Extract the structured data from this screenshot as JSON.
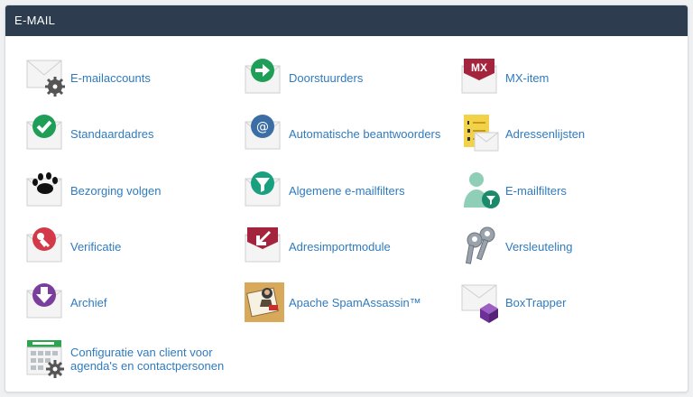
{
  "section": {
    "title": "E-MAIL"
  },
  "items": [
    {
      "label": "E-mailaccounts",
      "icon": "envelope-gear-icon"
    },
    {
      "label": "Doorstuurders",
      "icon": "forward-arrow-icon"
    },
    {
      "label": "MX-item",
      "icon": "mx-record-icon"
    },
    {
      "label": "Standaardadres",
      "icon": "checkmark-icon"
    },
    {
      "label": "Automatische beantwoorders",
      "icon": "at-sign-icon"
    },
    {
      "label": "Adressenlijsten",
      "icon": "numbered-list-icon"
    },
    {
      "label": "Bezorging volgen",
      "icon": "paw-print-icon"
    },
    {
      "label": "Algemene e-mailfilters",
      "icon": "funnel-icon"
    },
    {
      "label": "E-mailfilters",
      "icon": "user-filter-icon"
    },
    {
      "label": "Verificatie",
      "icon": "key-icon"
    },
    {
      "label": "Adresimportmodule",
      "icon": "import-arrow-icon"
    },
    {
      "label": "Versleuteling",
      "icon": "keys-icon"
    },
    {
      "label": "Archief",
      "icon": "download-arrow-icon"
    },
    {
      "label": "Apache SpamAssassin™",
      "icon": "spamassassin-icon"
    },
    {
      "label": "BoxTrapper",
      "icon": "box-envelope-icon"
    },
    {
      "label": "Configuratie van client voor agenda's en contactpersonen",
      "icon": "calendar-gear-icon"
    }
  ],
  "icon_texts": {
    "mx": "MX",
    "at": "@"
  }
}
